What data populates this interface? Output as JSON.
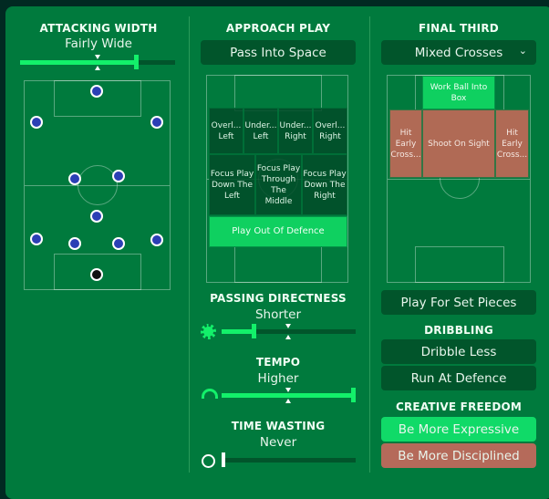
{
  "attacking_width": {
    "title": "ATTACKING WIDTH",
    "value": "Fairly Wide",
    "level": 0.75
  },
  "formation_players": 11,
  "approach_play": {
    "title": "APPROACH PLAY",
    "selected": "Pass Into Space",
    "zones": {
      "overlap_left": "Overl... Left",
      "underlap_left": "Under... Left",
      "underlap_right": "Under... Right",
      "overlap_right": "Overl... Right",
      "focus_left": "Focus Play Down The Left",
      "focus_middle": "Focus Play Through The Middle",
      "focus_right": "Focus Play Down The Right",
      "play_out": "Play Out Of Defence"
    }
  },
  "passing_directness": {
    "title": "PASSING DIRECTNESS",
    "value": "Shorter",
    "level": 0.24
  },
  "tempo": {
    "title": "TEMPO",
    "value": "Higher",
    "level": 1.0
  },
  "time_wasting": {
    "title": "TIME WASTING",
    "value": "Never",
    "level": 0.0
  },
  "final_third": {
    "title": "FINAL THIRD",
    "selected": "Mixed Crosses",
    "zones": {
      "work_ball": "Work Ball Into Box",
      "hit_early_left": "Hit Early Cross...",
      "shoot": "Shoot On Sight",
      "hit_early_right": "Hit Early Cross..."
    },
    "set_pieces": "Play For Set Pieces"
  },
  "dribbling": {
    "title": "DRIBBLING",
    "options": [
      "Dribble Less",
      "Run At Defence"
    ]
  },
  "creative_freedom": {
    "title": "CREATIVE FREEDOM",
    "options": [
      "Be More Expressive",
      "Be More Disciplined"
    ]
  },
  "colors": {
    "bg": "#007a3d",
    "accent": "#13f06a",
    "selected": "#0fd060",
    "negative": "#b06a55",
    "dark": "#01552b"
  }
}
